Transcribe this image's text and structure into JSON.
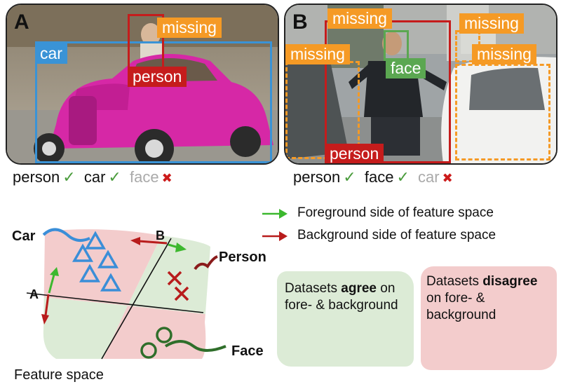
{
  "panel_a": {
    "letter": "A",
    "labels": {
      "car": "car",
      "person": "person",
      "missing": "missing"
    },
    "presence": {
      "item1": "person",
      "item2": "car",
      "item3": "face"
    }
  },
  "panel_b": {
    "letter": "B",
    "labels": {
      "missing_1": "missing",
      "missing_2": "missing",
      "missing_3": "missing",
      "missing_4": "missing",
      "face": "face",
      "person": "person"
    },
    "presence": {
      "item1": "person",
      "item2": "face",
      "item3": "car"
    }
  },
  "symbols": {
    "check": "✓",
    "cross": "✖"
  },
  "legend": {
    "foreground": "Foreground side of feature space",
    "background": "Background side of feature space"
  },
  "diagram": {
    "class_car": "Car",
    "class_person": "Person",
    "class_face": "Face",
    "axis_a": "A",
    "axis_b": "B",
    "feature_space": "Feature space"
  },
  "notes": {
    "agree": {
      "pre": "Datasets ",
      "bold": "agree",
      "post": " on fore- & background"
    },
    "disagree": {
      "pre": "Datasets ",
      "bold": "disagree",
      "post": " on fore- & background"
    }
  },
  "colors": {
    "blue": "#3a93d6",
    "red": "#c51c1c",
    "orange": "#f59a25",
    "green": "#5ba751",
    "region_green": "#dcebd6",
    "region_red": "#f3cccc",
    "arrow_green": "#3cb82e",
    "arrow_red": "#b81c1c",
    "dark_green": "#2f6e2a"
  }
}
